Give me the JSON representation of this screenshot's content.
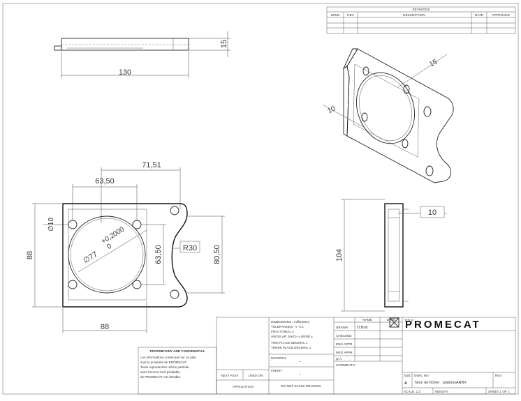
{
  "revisions": {
    "title": "REVISIONS",
    "headers": [
      "ZONE",
      "REV",
      "DESCRIPTION",
      "DATE",
      "APPROVED"
    ]
  },
  "dimensions": {
    "top_thickness": "15",
    "top_length": "130",
    "iso_thickness": "15",
    "iso_hole": "10",
    "front_hole_spacing": "71,51",
    "front_small_spacing": "63,50",
    "front_hole_dia": "∅10",
    "front_bore": "∅77",
    "front_tolerance_upper": "+0,2000",
    "front_tolerance_lower": "0",
    "front_vert_spacing": "63,50",
    "front_radius": "R30",
    "front_height_outer": "80,50",
    "front_height": "88",
    "front_width": "88",
    "side_height": "104",
    "side_thickness": "10"
  },
  "title_block": {
    "proprietary_title": "PROPRIETARY AND CONFIDENTIAL",
    "proprietary_lines": [
      "Les informations contenues sur ce plan",
      "sont la propriété de PROMECAT.",
      "Toute reproduction même partielle",
      "sans l'accord écrit préalable",
      "de PROMECAT est interdite."
    ],
    "next_assy": "NEXT ASSY",
    "used_on": "USED ON",
    "application": "APPLICATION",
    "dimensions_line": "DIMENSIONS : millimeters",
    "tolerances_line": "TOLERANCES: +/- 0.1",
    "fractional_line": "FRACTIONAL ±",
    "angular_line": "ANGULAR: MACH ±   BEND ±",
    "two_place_line": "TWO PLACE DECIMAL   ±",
    "three_place_line": "THREE PLACE DECIMAL  ±",
    "material_label": "MATERIAL",
    "material_value": "–",
    "finish_label": "FINISH",
    "finish_value": "–",
    "do_not_scale": "DO NOT SCALE DRAWING",
    "col_name": "NAME",
    "col_date": "DATE",
    "drawn_label": "DRAWN",
    "drawn_value": "O.Boit",
    "checked_label": "CHECKED",
    "eng_appr_label": "ENG APPR.",
    "mfg_appr_label": "MFG APPR.",
    "qa_label": "Q.A.",
    "comments_label": "COMMENTS:",
    "title_label": "TITLE:",
    "company": "PROMECAT",
    "size_label": "SIZE",
    "size_value": "A",
    "dwg_no_label": "DWG. NO.",
    "file_name": "Nom de fichier : platinesARBX",
    "rev_label": "REV",
    "scale_label": "SCALE: 1:2",
    "weight_label": "WEIGHT:",
    "sheet_label": "SHEET 1 OF 1"
  }
}
